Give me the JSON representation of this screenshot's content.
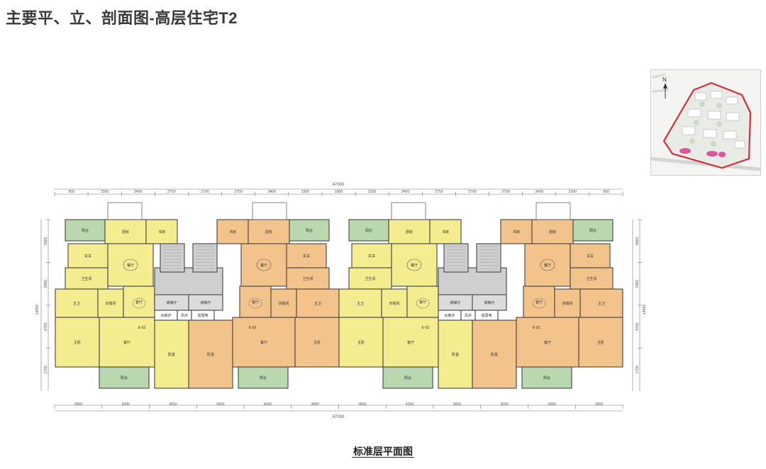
{
  "page": {
    "title": "主要平、立、剖面图-高层住宅T2",
    "caption": "标准层平面图"
  },
  "colors": {
    "yellow": "#f3ed8f",
    "orange": "#f2c48c",
    "green": "#b9d8b0",
    "gray_core": "#cfcfcf",
    "wall": "#444444",
    "accent_red": "#d82c3a",
    "pink_building": "#e0559a"
  },
  "sitemap": {
    "north_label": "N"
  },
  "dimensions": {
    "total": "47000",
    "top_row": [
      "950",
      "3300",
      "3400",
      "2750",
      "2700",
      "2750",
      "3400",
      "3300",
      "1900",
      "3300",
      "3400",
      "2750",
      "2700",
      "2750",
      "3400",
      "3300",
      "950"
    ],
    "bottom_row": [
      "3800",
      "4300",
      "3650",
      "3650",
      "4300",
      "3800",
      "3800",
      "4300",
      "3650",
      "3650",
      "4300",
      "3800"
    ],
    "left_col": [
      "5800",
      "2400",
      "4700",
      "1700"
    ],
    "left_total": "14350",
    "right_col": [
      "5800",
      "2400",
      "4700",
      "1700"
    ],
    "right_total": "14350"
  },
  "units": {
    "unit_code": "E-02",
    "rooms": {
      "balcony": "阳台",
      "kitchen": "厨房",
      "dining": "餐厅",
      "living": "客厅",
      "master": "主卧",
      "bedroom": "卧室",
      "study": "书房",
      "bath": "卫生间",
      "master_bath": "主卫",
      "closet": "衣帽间",
      "hall": "玄关",
      "entry": "前室",
      "elevator_hall": "候梯厅",
      "water_shaft": "水暖井",
      "air_shaft": "风井",
      "elec_shaft": "强弱电"
    }
  }
}
